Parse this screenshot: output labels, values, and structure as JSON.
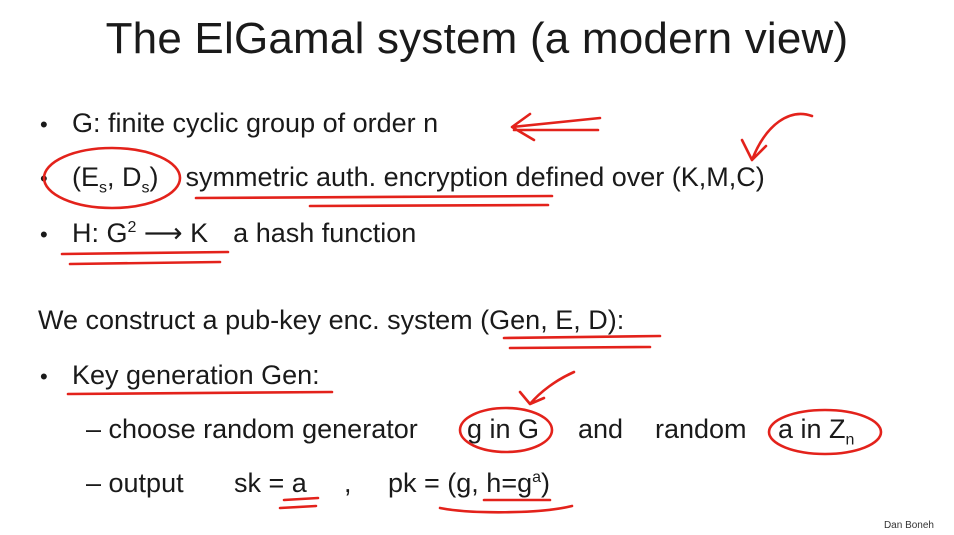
{
  "slide": {
    "title": "The ElGamal system  (a modern view)",
    "bullets": [
      {
        "text": "G:   finite cyclic group of order n"
      },
      {
        "es_E": "E",
        "es_s": "s",
        "es_D": "D",
        "ds_s": "s",
        "rest": "symmetric auth. encryption defined over (K,M,C)"
      },
      {
        "h_pre": "H: G",
        "h_sup": "2",
        "h_post": " ⟶ K",
        "rest": "a hash function"
      }
    ],
    "construct": "We construct a pub-key enc. system (Gen, E, D):",
    "keygen": {
      "label": "Key generation Gen:",
      "step1": {
        "prefix": "– choose random generator",
        "g": "g in G",
        "and": "and",
        "random": "random",
        "a_pre": "a in Z",
        "a_sub": "n"
      },
      "step2": {
        "prefix": "– output",
        "sk": "sk = a",
        "comma": ",",
        "pk_pre": "pk = (g, h=g",
        "pk_sup": "a",
        "pk_post": ")"
      }
    },
    "bullet_glyph": "•",
    "footer": "Dan Boneh",
    "annotation_color": "#e3221b"
  }
}
